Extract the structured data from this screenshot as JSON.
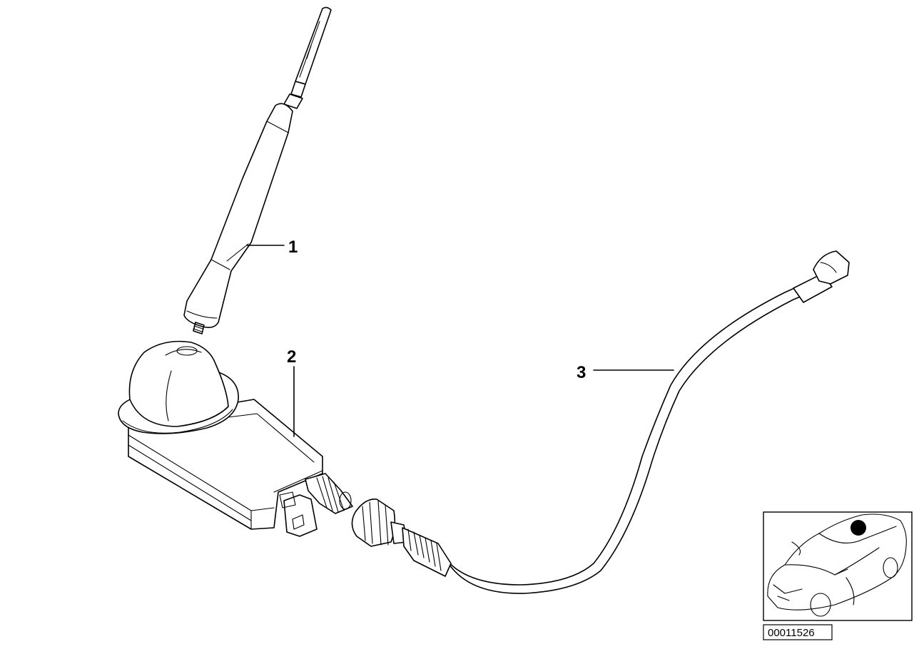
{
  "diagram": {
    "callouts": [
      {
        "id": "1",
        "label": "1"
      },
      {
        "id": "2",
        "label": "2"
      },
      {
        "id": "3",
        "label": "3"
      }
    ],
    "document_number": "00011526",
    "location_inset": {
      "icon": "car-outline-icon",
      "marker_icon": "roof-location-dot-icon",
      "marker_color": "#000000"
    }
  }
}
